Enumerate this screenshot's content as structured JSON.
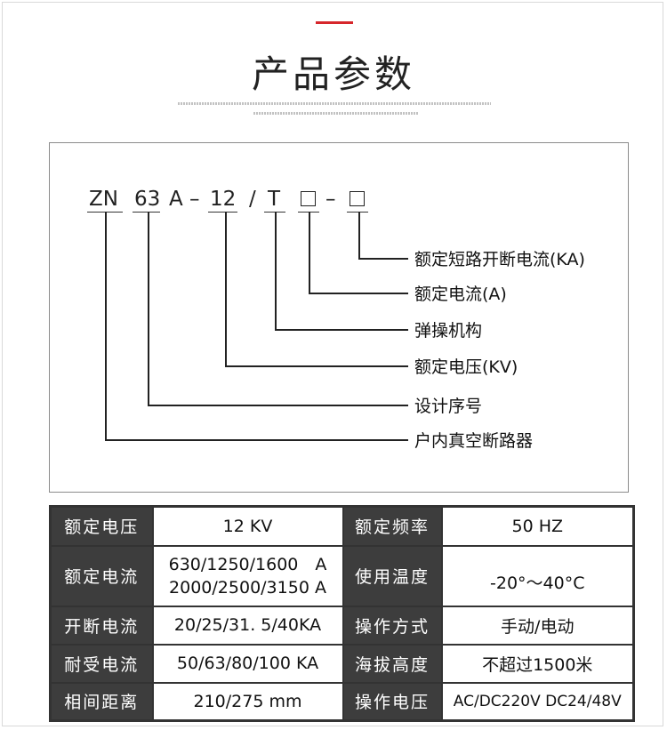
{
  "page": {
    "title": "产品参数",
    "accent_color": "#d6262b"
  },
  "model_code": {
    "parts": [
      "ZN",
      "63",
      "A",
      "–",
      "12",
      "/",
      "T",
      "–"
    ],
    "box_glyph": "□"
  },
  "diagram": {
    "descriptions": [
      "额定短路开断电流(KA)",
      "额定电流(A)",
      "弹操机构",
      "额定电压(KV)",
      "设计序号",
      "户内真空断路器"
    ]
  },
  "specs": {
    "rows": [
      {
        "label1": "额定电压",
        "value1": "12 KV",
        "label2": "额定频率",
        "value2": "50 HZ"
      },
      {
        "label1": "额定电流",
        "value1_line1": "630/1250/1600　A",
        "value1_line2": "2000/2500/3150 A",
        "label2": "使用温度",
        "value2": "-20°～40°C"
      },
      {
        "label1": "开断电流",
        "value1": "20/25/31. 5/40KA",
        "label2": "操作方式",
        "value2": "手动/电动"
      },
      {
        "label1": "耐受电流",
        "value1": "50/63/80/100 KA",
        "label2": "海拔高度",
        "value2": "不超过1500米"
      },
      {
        "label1": "相间距离",
        "value1": "210/275 mm",
        "label2": "操作电压",
        "value2": "AC/DC220V  DC24/48V"
      }
    ]
  }
}
